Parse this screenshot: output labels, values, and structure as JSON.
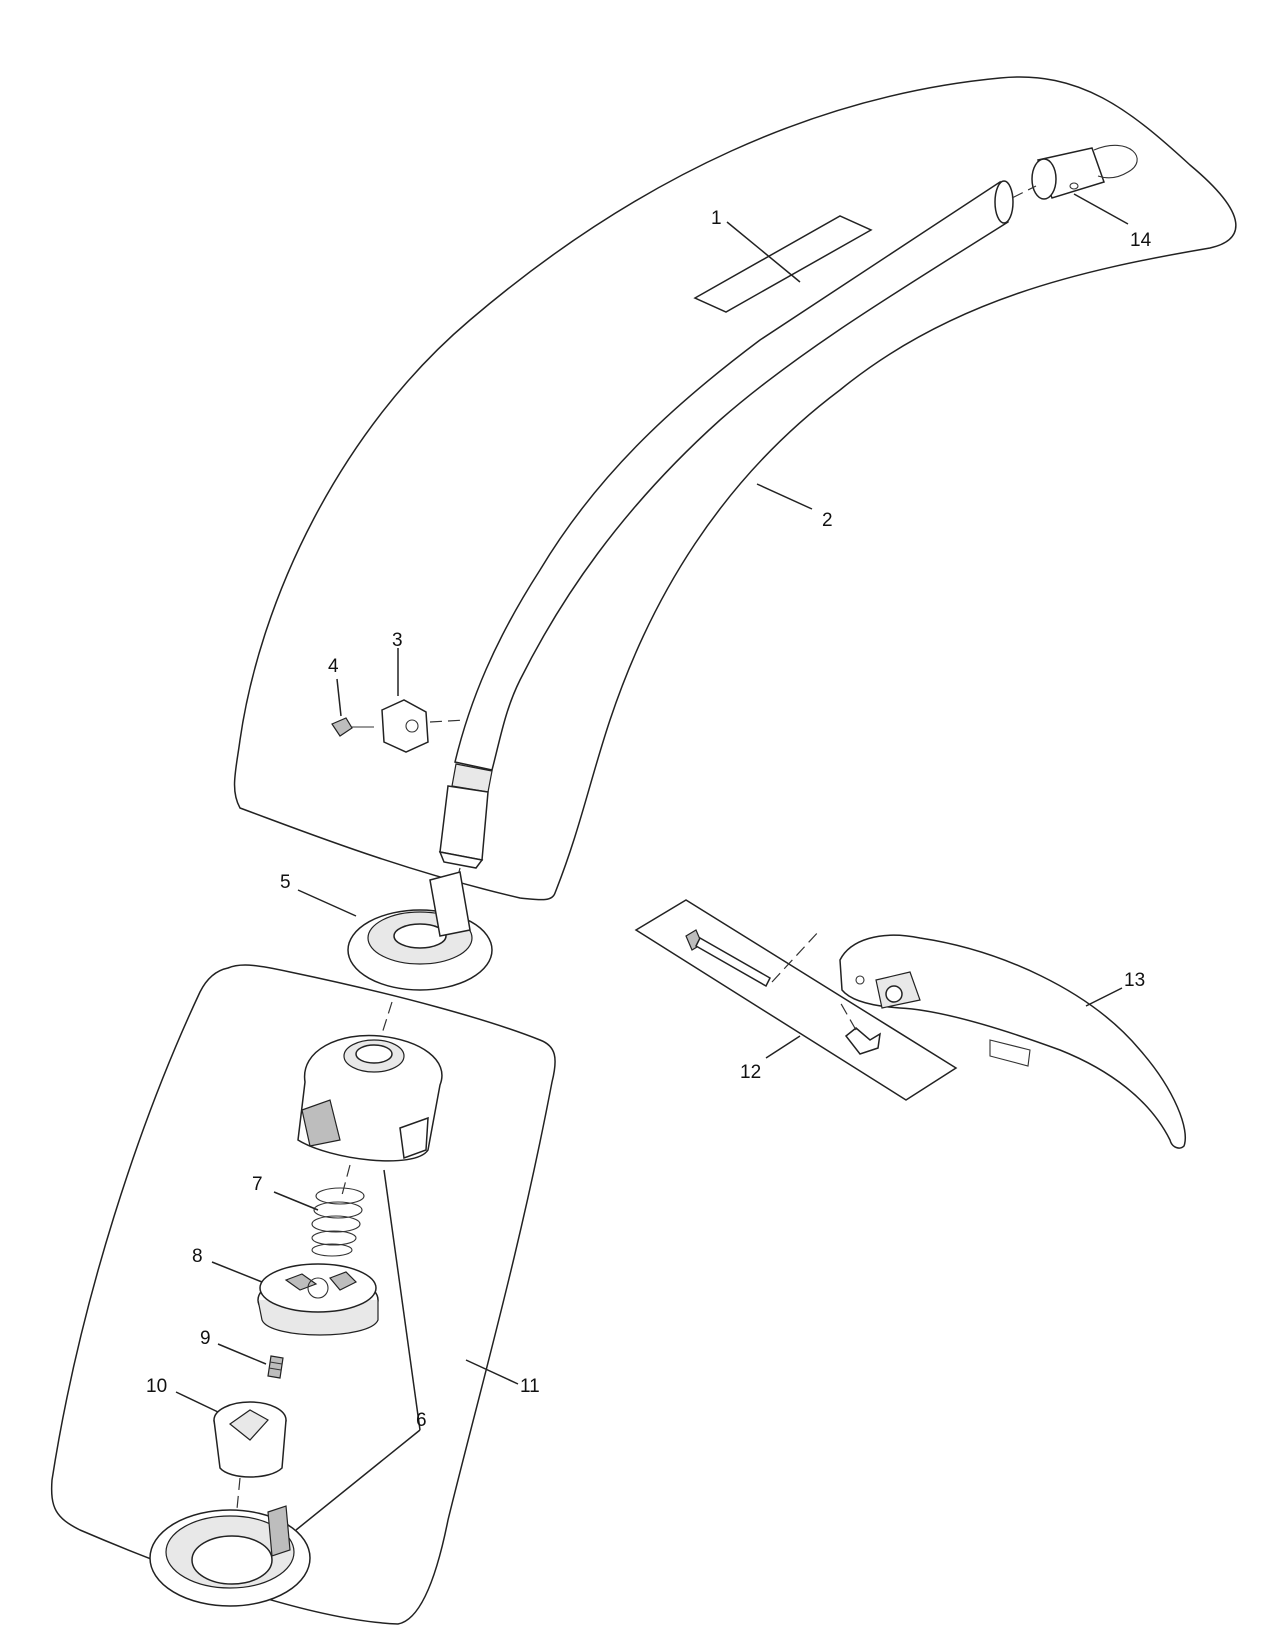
{
  "callouts": [
    {
      "id": "1",
      "label": "1"
    },
    {
      "id": "2",
      "label": "2"
    },
    {
      "id": "3",
      "label": "3"
    },
    {
      "id": "4",
      "label": "4"
    },
    {
      "id": "5",
      "label": "5"
    },
    {
      "id": "6a",
      "label": "6"
    },
    {
      "id": "7",
      "label": "7"
    },
    {
      "id": "8",
      "label": "8"
    },
    {
      "id": "9",
      "label": "9"
    },
    {
      "id": "10",
      "label": "10"
    },
    {
      "id": "11",
      "label": "11"
    },
    {
      "id": "12",
      "label": "12"
    },
    {
      "id": "13",
      "label": "13"
    },
    {
      "id": "14",
      "label": "14"
    }
  ]
}
